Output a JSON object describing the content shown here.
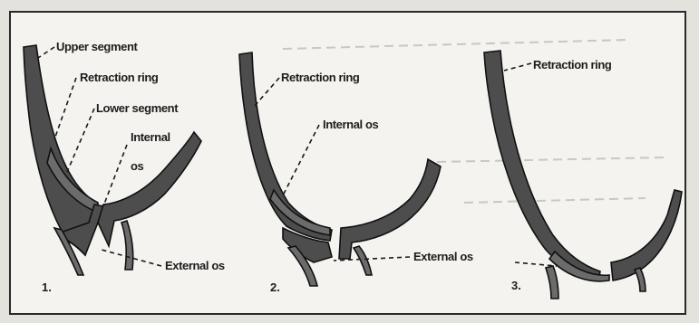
{
  "figures": [
    {
      "number": "1.",
      "labels": {
        "upper_segment": "Upper segment",
        "retraction_ring": "Retraction ring",
        "lower_segment": "Lower segment",
        "internal_os_line1": "Internal",
        "internal_os_line2": "os",
        "external_os": "External os"
      }
    },
    {
      "number": "2.",
      "labels": {
        "retraction_ring": "Retraction ring",
        "internal_os": "Internal os",
        "external_os": "External os"
      }
    },
    {
      "number": "3.",
      "labels": {
        "retraction_ring": "Retraction ring"
      }
    }
  ]
}
